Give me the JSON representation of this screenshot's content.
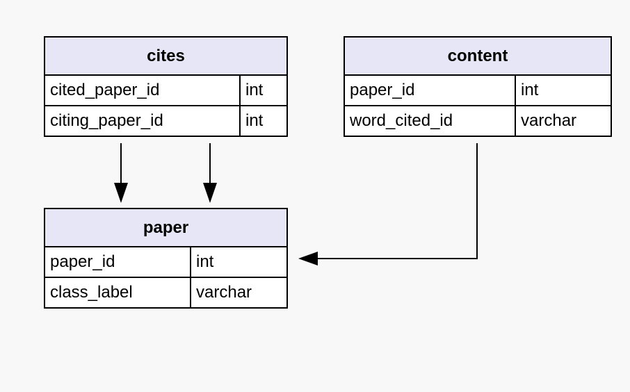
{
  "tables": {
    "cites": {
      "name": "cites",
      "columns": [
        {
          "name": "cited_paper_id",
          "type": "int"
        },
        {
          "name": "citing_paper_id",
          "type": "int"
        }
      ]
    },
    "content": {
      "name": "content",
      "columns": [
        {
          "name": "paper_id",
          "type": "int"
        },
        {
          "name": "word_cited_id",
          "type": "varchar"
        }
      ]
    },
    "paper": {
      "name": "paper",
      "columns": [
        {
          "name": "paper_id",
          "type": "int"
        },
        {
          "name": "class_label",
          "type": "varchar"
        }
      ]
    }
  },
  "relationships": [
    {
      "from": "cites.cited_paper_id",
      "to": "paper"
    },
    {
      "from": "cites.citing_paper_id",
      "to": "paper"
    },
    {
      "from": "content.paper_id",
      "to": "paper"
    }
  ]
}
